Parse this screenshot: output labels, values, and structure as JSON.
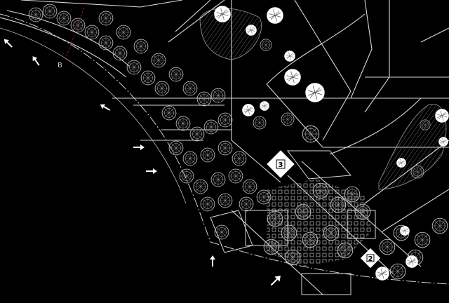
{
  "plan": {
    "section_label": "B",
    "markers": [
      {
        "id": "marker-3",
        "number": "3"
      },
      {
        "id": "marker-2",
        "number": "2"
      }
    ],
    "colors": {
      "background": "#000000",
      "linework": "#d8d8d8",
      "tree_light": "#ffffff",
      "hatch": "#9a9a9a",
      "section_line": "#b02030",
      "entrance_arrow": "#ffffff"
    },
    "icons": [
      "entrance-arrow-icon",
      "tree-canopy-icon",
      "diamond-marker-icon"
    ]
  }
}
